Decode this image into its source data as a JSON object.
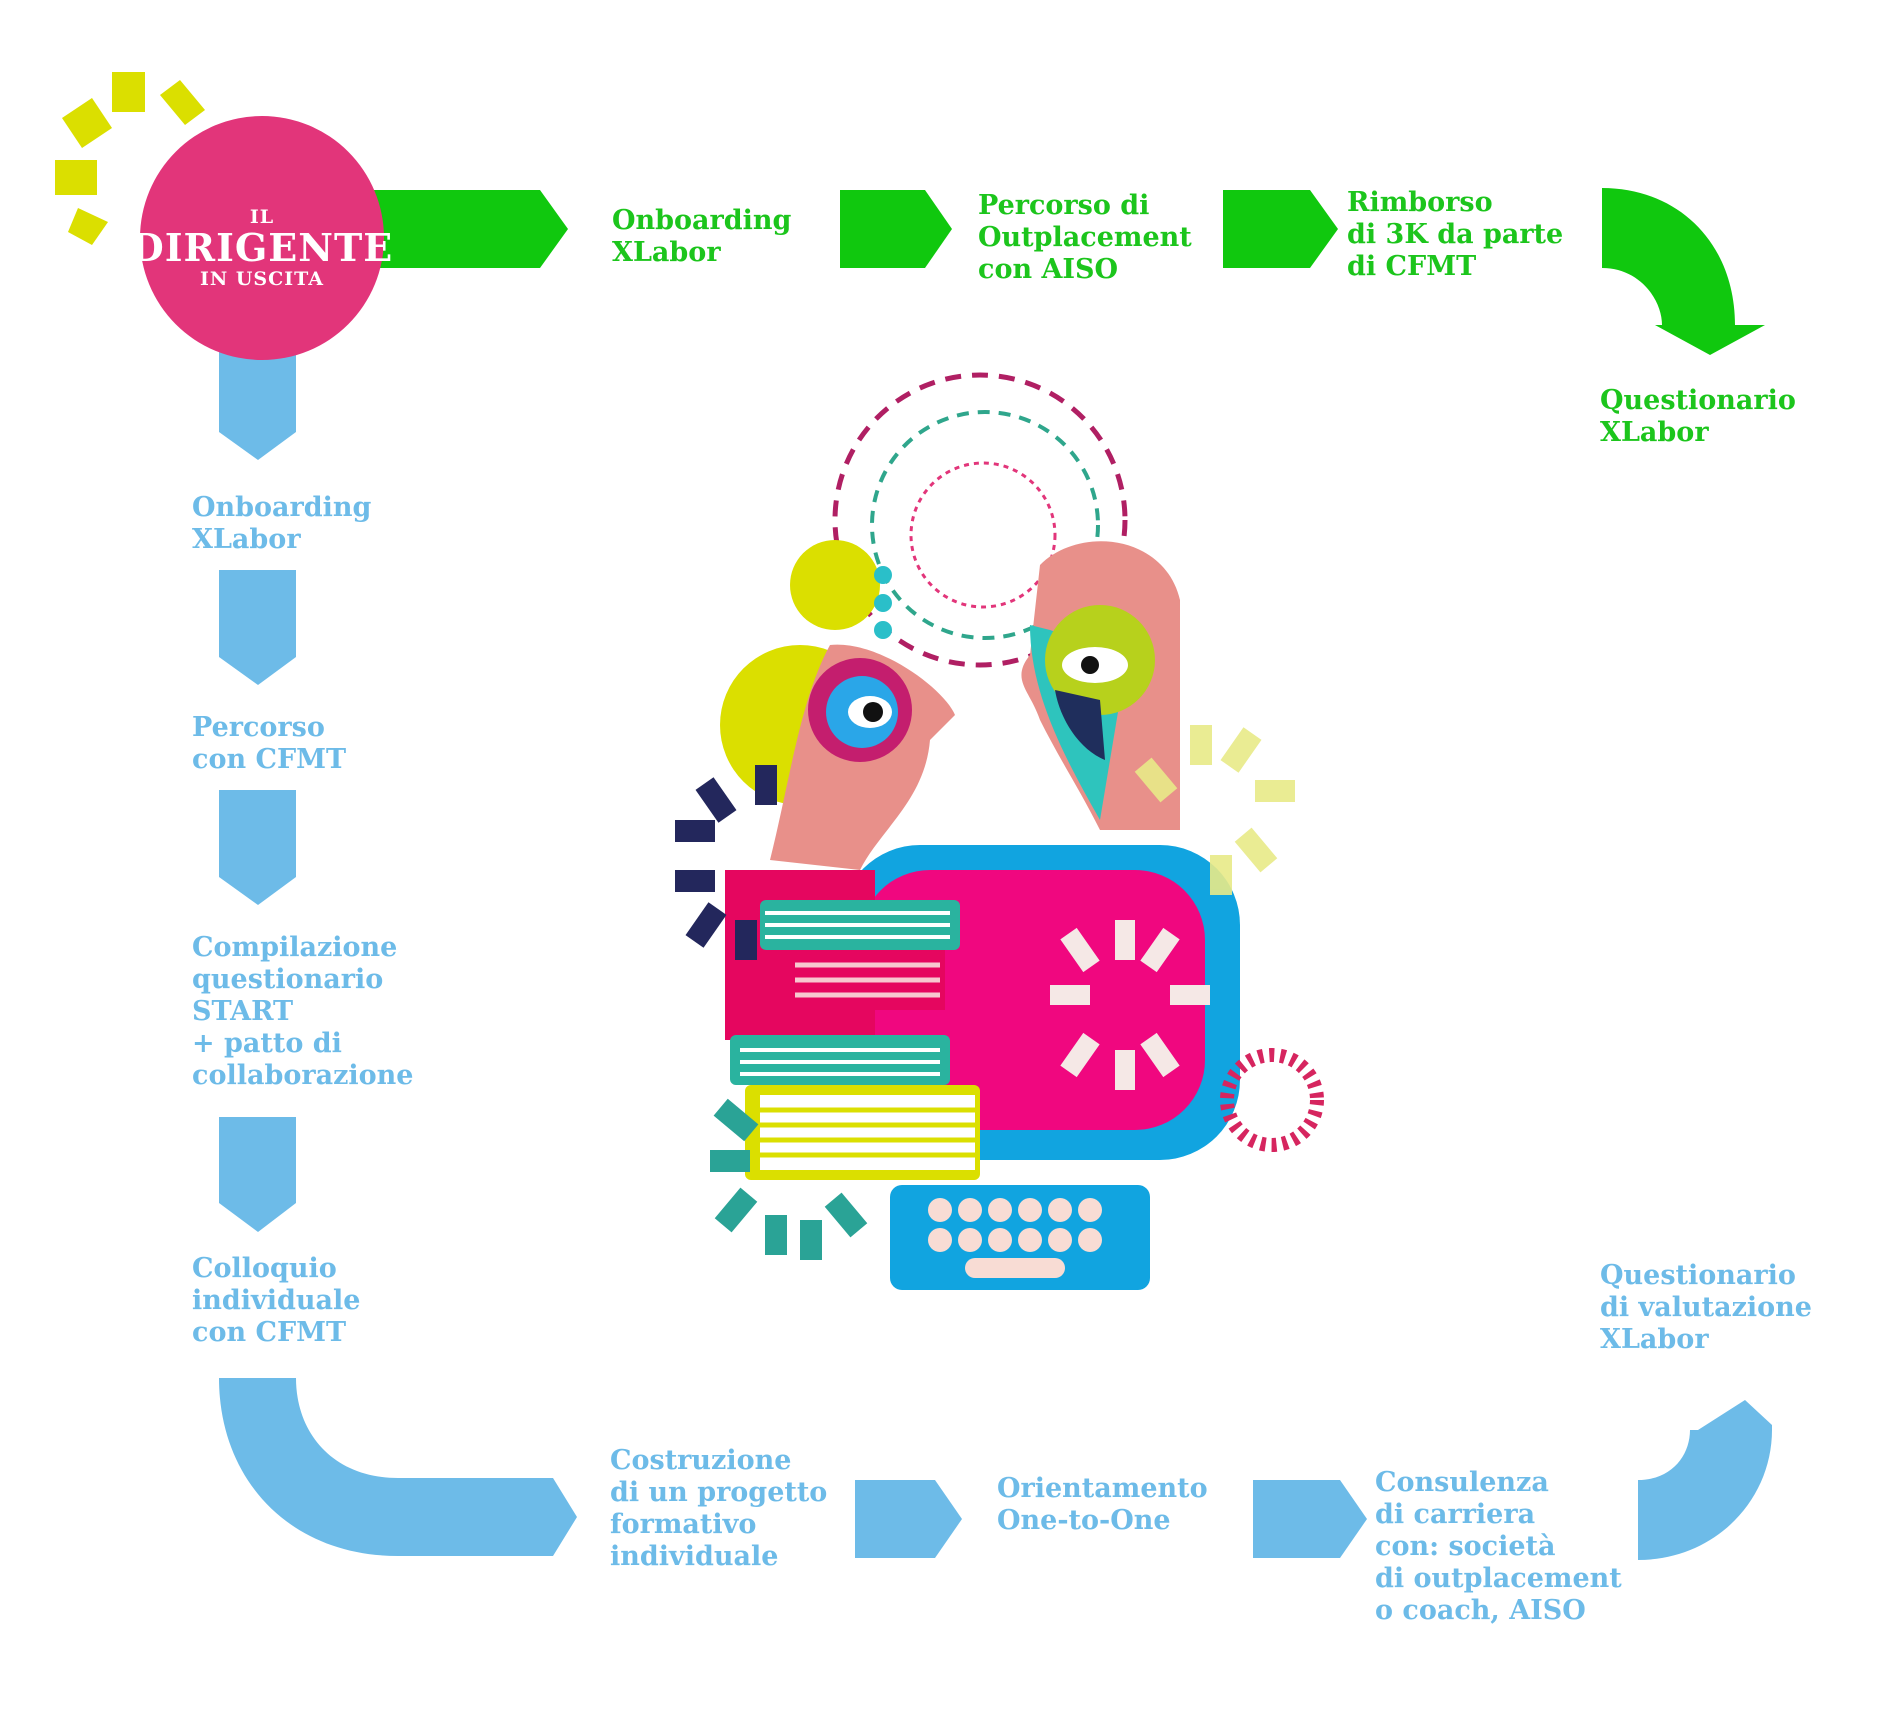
{
  "hub": {
    "line1": "IL",
    "line2": "DIRIGENTE",
    "line3": "IN USCITA"
  },
  "green_path": [
    "Onboarding\nXLabor",
    "Percorso di\nOutplacement\ncon AISO",
    "Rimborso\ndi 3K da parte\ndi CFMT",
    "Questionario\nXLabor"
  ],
  "blue_path": [
    "Onboarding\nXLabor",
    "Percorso\ncon CFMT",
    "Compilazione\nquestionario\nSTART\n+ patto di\ncollaborazione",
    "Colloquio\nindividuale\ncon CFMT",
    "Costruzione\ndi un progetto\nformativo\nindividuale",
    "Orientamento\nOne-to-One",
    "Consulenza\ndi carriera\ncon: società\ndi outplacement\no coach, AISO",
    "Questionario\ndi valutazione\nXLabor"
  ],
  "colors": {
    "green": "#1cc51c",
    "blue": "#6dbbe8",
    "hub": "#e2357a",
    "rays": "#dbdf00"
  }
}
